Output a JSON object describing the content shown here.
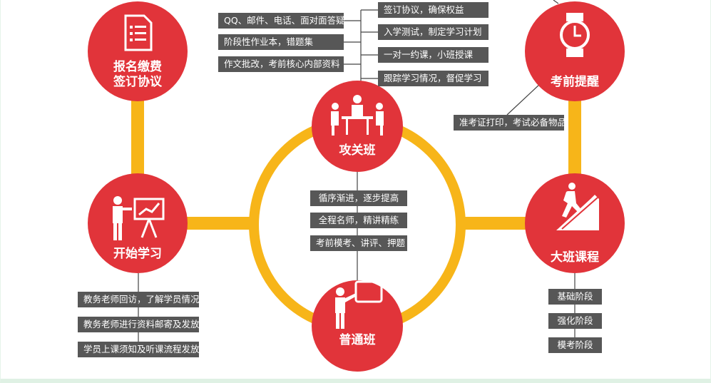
{
  "colors": {
    "circle": "#e1343a",
    "connector": "#f7b519",
    "box": "#575757"
  },
  "nodes": {
    "signup": {
      "line1": "报名缴费",
      "line2": "签订协议",
      "icon": "document-list-icon"
    },
    "start": {
      "label": "开始学习",
      "icon": "teacher-presentation-icon"
    },
    "intensive": {
      "label": "攻关班",
      "icon": "meeting-table-icon"
    },
    "regular": {
      "label": "普通班",
      "icon": "teacher-board-icon"
    },
    "reminder": {
      "label": "考前提醒",
      "icon": "watch-icon"
    },
    "large": {
      "label": "大班课程",
      "icon": "climbing-stairs-icon"
    }
  },
  "intensive_left": [
    "QQ、邮件、电话、面对面答疑",
    "阶段性作业本，错题集",
    "作文批改，考前核心内部资料"
  ],
  "intensive_right": [
    "签订协议，确保权益",
    "入学测试，制定学习计划",
    "一对一约课，小班授课",
    "跟踪学习情况，督促学习"
  ],
  "reminder_note": "准考证打印，考试必备物品",
  "center_notes": [
    "循序渐进，逐步提高",
    "全程名师，精讲精练",
    "考前模考、讲评、押题"
  ],
  "start_notes": [
    "教务老师回访，了解学员情况",
    "教务老师进行资料邮寄及发放",
    "学员上课须知及听课流程发放"
  ],
  "large_notes": [
    "基础阶段",
    "强化阶段",
    "模考阶段"
  ]
}
